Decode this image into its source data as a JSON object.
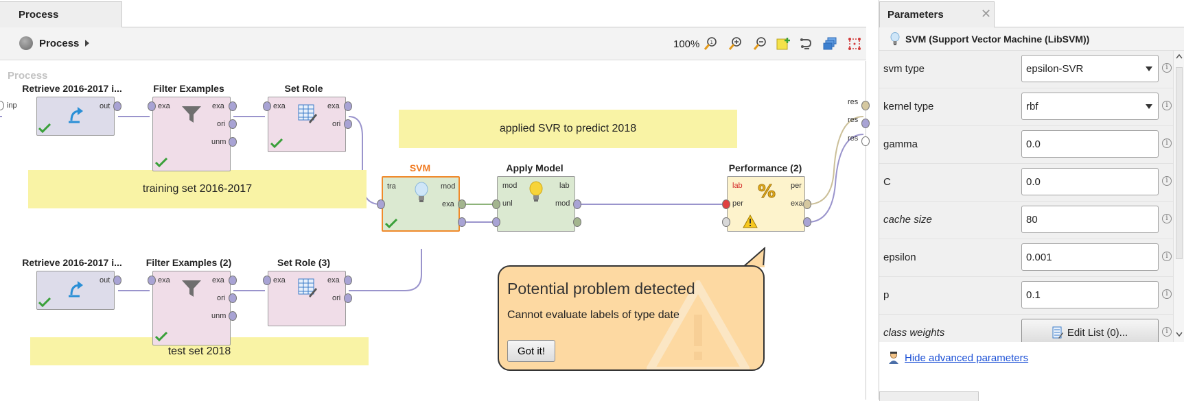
{
  "process_tab": {
    "label": "Process"
  },
  "toolbar": {
    "breadcrumb": "Process",
    "zoom": "100%"
  },
  "canvas": {
    "label": "Process",
    "input_port": "inp",
    "result_ports": [
      "res",
      "res",
      "res"
    ]
  },
  "notes": {
    "applied": "applied SVR to predict 2018",
    "training": "training set 2016-2017",
    "test": "test set 2018"
  },
  "operators": {
    "retrieve_1": {
      "title": "Retrieve 2016-2017 i...",
      "ports_out": [
        "out"
      ]
    },
    "filter_1": {
      "title": "Filter Examples",
      "ports_in": [
        "exa"
      ],
      "ports_out": [
        "exa",
        "ori",
        "unm"
      ]
    },
    "setrole_1": {
      "title": "Set Role",
      "ports_in": [
        "exa"
      ],
      "ports_out": [
        "exa",
        "ori"
      ]
    },
    "retrieve_2": {
      "title": "Retrieve 2016-2017 i...",
      "ports_out": [
        "out"
      ]
    },
    "filter_2": {
      "title": "Filter Examples (2)",
      "ports_in": [
        "exa"
      ],
      "ports_out": [
        "exa",
        "ori",
        "unm"
      ]
    },
    "setrole_3": {
      "title": "Set Role (3)",
      "ports_in": [
        "exa"
      ],
      "ports_out": [
        "exa",
        "ori"
      ]
    },
    "svm": {
      "title": "SVM",
      "ports_in": [
        "tra"
      ],
      "ports_out": [
        "mod",
        "exa"
      ]
    },
    "apply_model": {
      "title": "Apply Model",
      "ports_in": [
        "mod",
        "unl"
      ],
      "ports_out": [
        "lab",
        "mod"
      ]
    },
    "performance": {
      "title": "Performance (2)",
      "ports_in": [
        "lab",
        "per"
      ],
      "ports_out": [
        "per",
        "exa"
      ]
    }
  },
  "tooltip": {
    "title": "Potential problem detected",
    "message": "Cannot evaluate labels of type date",
    "button": "Got it!"
  },
  "params": {
    "tab_label": "Parameters",
    "close_symbol": "✕",
    "operator_name": "SVM (Support Vector Machine (LibSVM))",
    "rows": [
      {
        "name": "svm type",
        "value": "epsilon-SVR"
      },
      {
        "name": "kernel type",
        "value": "rbf"
      },
      {
        "name": "gamma",
        "value": "0.0"
      },
      {
        "name": "C",
        "value": "0.0"
      },
      {
        "name": "cache size",
        "value": "80"
      },
      {
        "name": "epsilon",
        "value": "0.001"
      },
      {
        "name": "p",
        "value": "0.1"
      },
      {
        "name": "class weights",
        "value": "Edit List (0)..."
      }
    ],
    "advanced_link": "Hide advanced parameters",
    "info_symbol": "i"
  },
  "colors": {
    "note": "#f9f3a5",
    "tooltip": "#fdd9a2",
    "selected_border": "#f08a2a",
    "link": "#1a4fd6"
  }
}
